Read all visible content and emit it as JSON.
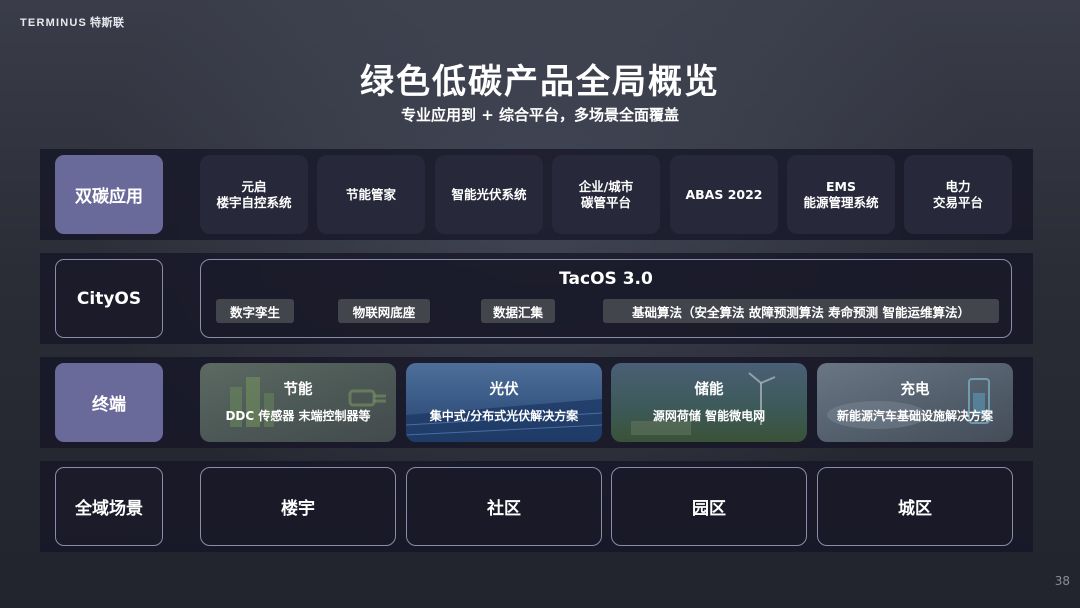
{
  "brand": {
    "name": "TERMINUS",
    "cn": "特斯联"
  },
  "title": "绿色低碳产品全局概览",
  "subtitle": "专业应用到 + 综合平台，多场景全面覆盖",
  "rows": {
    "apps": {
      "label": "双碳应用",
      "cards": [
        "元启\n楼宇自控系统",
        "节能管家",
        "智能光伏系统",
        "企业/城市\n碳管平台",
        "ABAS 2022",
        "EMS\n能源管理系统",
        "电力\n交易平台"
      ]
    },
    "cityos": {
      "label": "CityOS",
      "platform": "TacOS 3.0",
      "chips": [
        "数字孪生",
        "物联网底座",
        "数据汇集",
        "基础算法（安全算法  故障预测算法  寿命预测  智能运维算法）"
      ]
    },
    "terminal": {
      "label": "终端",
      "items": [
        {
          "title": "节能",
          "desc": "DDC 传感器 末端控制器等"
        },
        {
          "title": "光伏",
          "desc": "集中式/分布式光伏解决方案"
        },
        {
          "title": "储能",
          "desc": "源网荷储  智能微电网"
        },
        {
          "title": "充电",
          "desc": "新能源汽车基础设施解决方案"
        }
      ]
    },
    "scenes": {
      "label": "全域场景",
      "items": [
        "楼宇",
        "社区",
        "园区",
        "城区"
      ]
    }
  },
  "page_number": "38"
}
